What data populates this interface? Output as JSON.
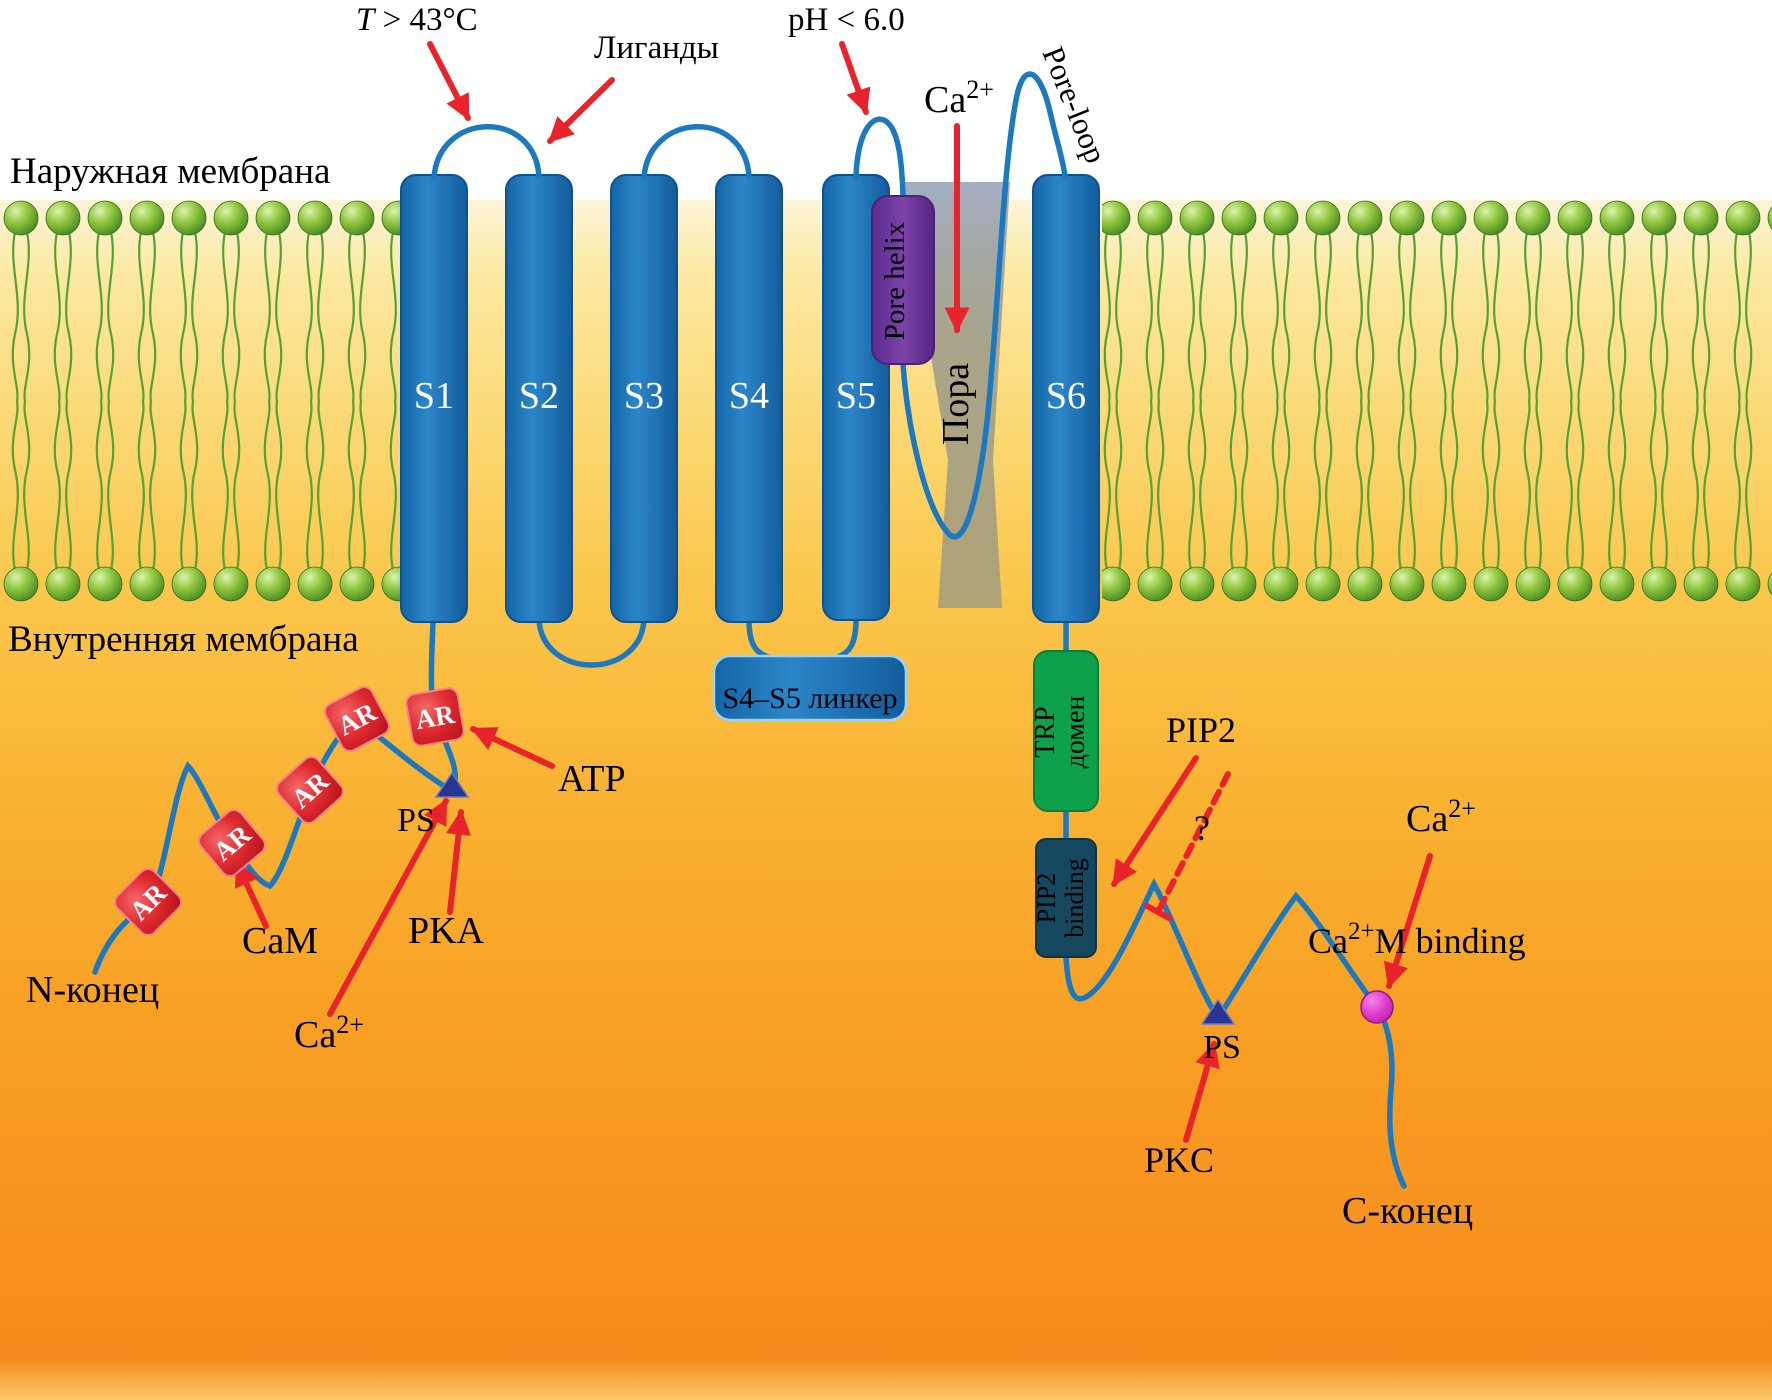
{
  "labels": {
    "outer_membrane": "Наружная мембрана",
    "inner_membrane": "Внутренняя мембрана",
    "temp_t": "T",
    "temp_rest": " > 43°C",
    "ligands": "Лиганды",
    "ph": "pH < 6.0",
    "ca_base": "Ca",
    "ca_sup": "2+",
    "pore_loop": "Pore-loop",
    "pore_helix": "Pore helix",
    "pore": "Пора",
    "s4s5_linker": "S4–S5 линкер",
    "trp_line1": "TRP",
    "trp_line2": "домен",
    "pip2_box_line1": "PIP2",
    "pip2_box_line2": "binding",
    "pip2": "PIP2",
    "question": "?",
    "cam_binding_rest": "M binding",
    "ps": "PS",
    "pka": "PKA",
    "pkc": "PKC",
    "cam": "CaM",
    "atp": "ATP",
    "ar": "AR",
    "n_terminus": "N-конец",
    "c_terminus": "C-конец"
  },
  "segments": [
    {
      "label": "S1"
    },
    {
      "label": "S2"
    },
    {
      "label": "S3"
    },
    {
      "label": "S4"
    },
    {
      "label": "S5"
    },
    {
      "label": "S6"
    }
  ],
  "colors": {
    "arrow_red": "#E8232B",
    "segment_blue": "#1B75BC",
    "chain_blue": "#1C79C0",
    "pore_helix_purple": "#6B3A9E",
    "trp_domain_green": "#0DA14B",
    "pip2_binding_teal": "#15485E",
    "ankyrin_red": "#D6191F",
    "lipid_green": "#57A033",
    "ps_site_navy": "#283593",
    "ca_binding_pink": "#D733C8",
    "cytosol_orange": "#F79220",
    "pore_gray": "#9C9A8C"
  }
}
